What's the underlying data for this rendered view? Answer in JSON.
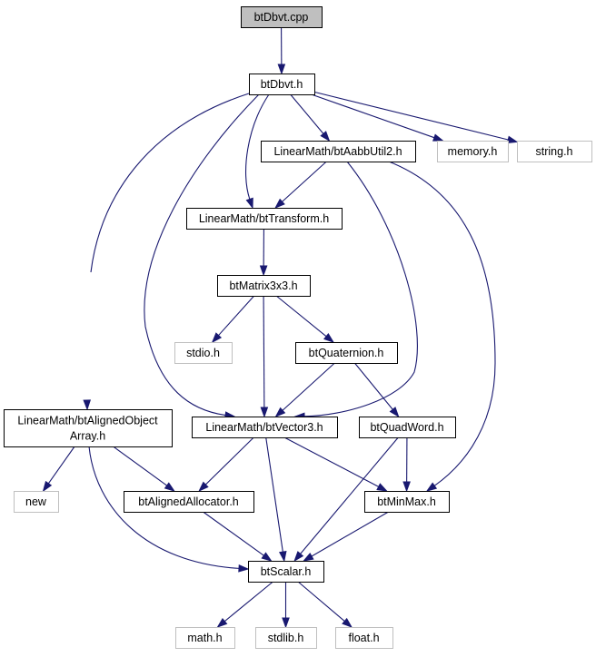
{
  "colors": {
    "edge": "#191970",
    "root_fill": "#bfbfbf",
    "border_dark": "#000000",
    "border_external": "#bfbfbf",
    "text": "#000000"
  },
  "graph": {
    "nodes": [
      {
        "id": "btDbvt_cpp",
        "lines": [
          "btDbvt.cpp"
        ],
        "kind": "root"
      },
      {
        "id": "btDbvt_h",
        "lines": [
          "btDbvt.h"
        ],
        "kind": "header"
      },
      {
        "id": "btAabbUtil2_h",
        "lines": [
          "LinearMath/btAabbUtil2.h"
        ],
        "kind": "header"
      },
      {
        "id": "memory_h",
        "lines": [
          "memory.h"
        ],
        "kind": "external"
      },
      {
        "id": "string_h",
        "lines": [
          "string.h"
        ],
        "kind": "external"
      },
      {
        "id": "btTransform_h",
        "lines": [
          "LinearMath/btTransform.h"
        ],
        "kind": "header"
      },
      {
        "id": "btMatrix3x3_h",
        "lines": [
          "btMatrix3x3.h"
        ],
        "kind": "header"
      },
      {
        "id": "stdio_h",
        "lines": [
          "stdio.h"
        ],
        "kind": "external"
      },
      {
        "id": "btQuaternion_h",
        "lines": [
          "btQuaternion.h"
        ],
        "kind": "header"
      },
      {
        "id": "btAlignedObjectArray_h",
        "lines": [
          "LinearMath/btAlignedObject",
          "Array.h"
        ],
        "kind": "header"
      },
      {
        "id": "btVector3_h",
        "lines": [
          "LinearMath/btVector3.h"
        ],
        "kind": "header"
      },
      {
        "id": "btQuadWord_h",
        "lines": [
          "btQuadWord.h"
        ],
        "kind": "header"
      },
      {
        "id": "new",
        "lines": [
          "new"
        ],
        "kind": "external"
      },
      {
        "id": "btAlignedAllocator_h",
        "lines": [
          "btAlignedAllocator.h"
        ],
        "kind": "header"
      },
      {
        "id": "btMinMax_h",
        "lines": [
          "btMinMax.h"
        ],
        "kind": "header"
      },
      {
        "id": "btScalar_h",
        "lines": [
          "btScalar.h"
        ],
        "kind": "header"
      },
      {
        "id": "math_h",
        "lines": [
          "math.h"
        ],
        "kind": "external"
      },
      {
        "id": "stdlib_h",
        "lines": [
          "stdlib.h"
        ],
        "kind": "external"
      },
      {
        "id": "float_h",
        "lines": [
          "float.h"
        ],
        "kind": "external"
      }
    ],
    "edges": [
      {
        "from": "btDbvt_cpp",
        "to": "btDbvt_h"
      },
      {
        "from": "btDbvt_h",
        "to": "btAabbUtil2_h"
      },
      {
        "from": "btDbvt_h",
        "to": "memory_h"
      },
      {
        "from": "btDbvt_h",
        "to": "string_h"
      },
      {
        "from": "btDbvt_h",
        "to": "btTransform_h"
      },
      {
        "from": "btDbvt_h",
        "to": "btVector3_h"
      },
      {
        "from": "btDbvt_h",
        "to": "btAlignedObjectArray_h"
      },
      {
        "from": "btAabbUtil2_h",
        "to": "btTransform_h"
      },
      {
        "from": "btAabbUtil2_h",
        "to": "btVector3_h"
      },
      {
        "from": "btAabbUtil2_h",
        "to": "btMinMax_h"
      },
      {
        "from": "btTransform_h",
        "to": "btMatrix3x3_h"
      },
      {
        "from": "btMatrix3x3_h",
        "to": "stdio_h"
      },
      {
        "from": "btMatrix3x3_h",
        "to": "btQuaternion_h"
      },
      {
        "from": "btMatrix3x3_h",
        "to": "btVector3_h"
      },
      {
        "from": "btQuaternion_h",
        "to": "btVector3_h"
      },
      {
        "from": "btQuaternion_h",
        "to": "btQuadWord_h"
      },
      {
        "from": "btAlignedObjectArray_h",
        "to": "new"
      },
      {
        "from": "btAlignedObjectArray_h",
        "to": "btAlignedAllocator_h"
      },
      {
        "from": "btAlignedObjectArray_h",
        "to": "btScalar_h"
      },
      {
        "from": "btVector3_h",
        "to": "btAlignedAllocator_h"
      },
      {
        "from": "btVector3_h",
        "to": "btMinMax_h"
      },
      {
        "from": "btVector3_h",
        "to": "btScalar_h"
      },
      {
        "from": "btQuadWord_h",
        "to": "btMinMax_h"
      },
      {
        "from": "btQuadWord_h",
        "to": "btScalar_h"
      },
      {
        "from": "btAlignedAllocator_h",
        "to": "btScalar_h"
      },
      {
        "from": "btMinMax_h",
        "to": "btScalar_h"
      },
      {
        "from": "btScalar_h",
        "to": "math_h"
      },
      {
        "from": "btScalar_h",
        "to": "stdlib_h"
      },
      {
        "from": "btScalar_h",
        "to": "float_h"
      }
    ]
  }
}
